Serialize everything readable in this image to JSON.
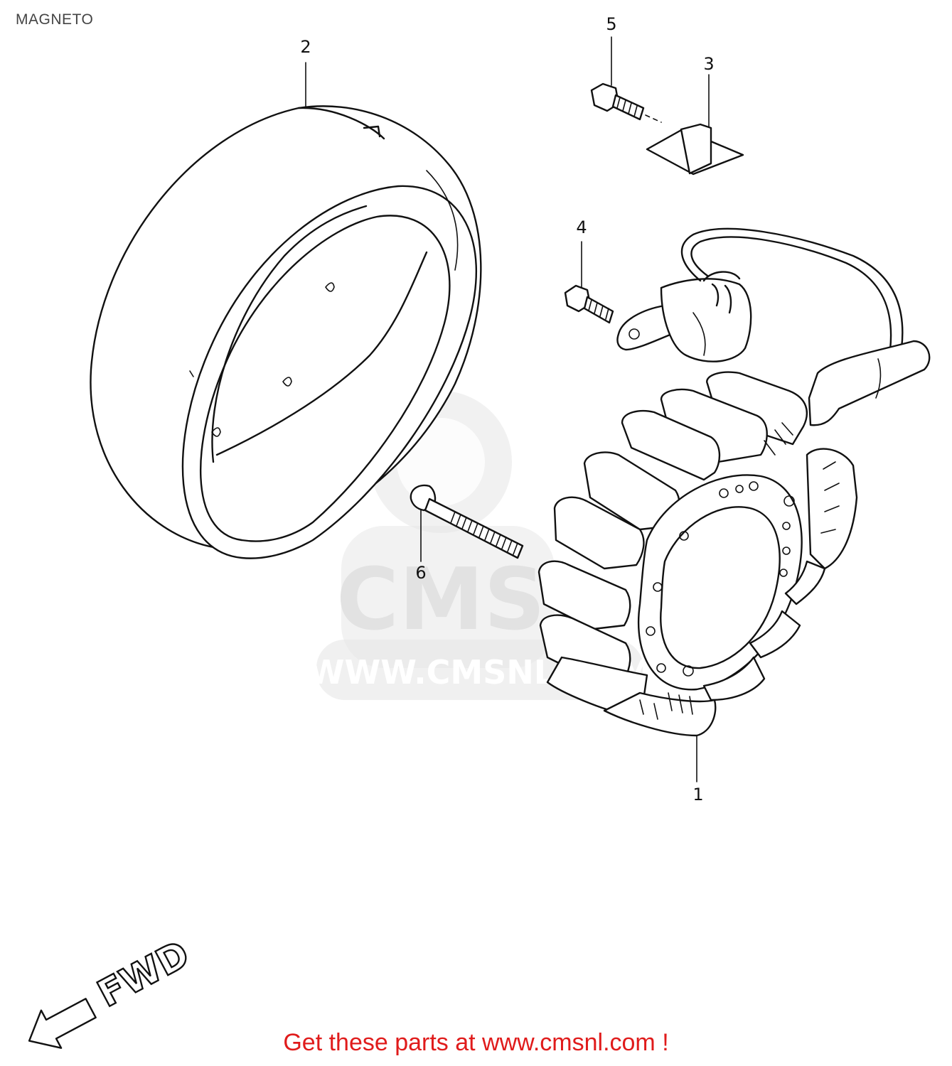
{
  "title": "MAGNETO",
  "callouts": [
    "1",
    "2",
    "3",
    "4",
    "5",
    "6"
  ],
  "direction_label": "FWD",
  "watermark": {
    "brand": "CMS",
    "url": "WWW.CMSNL.COM"
  },
  "footer": {
    "text": "Get these parts at www.cmsnl.com !",
    "color": "#e01b1b"
  }
}
